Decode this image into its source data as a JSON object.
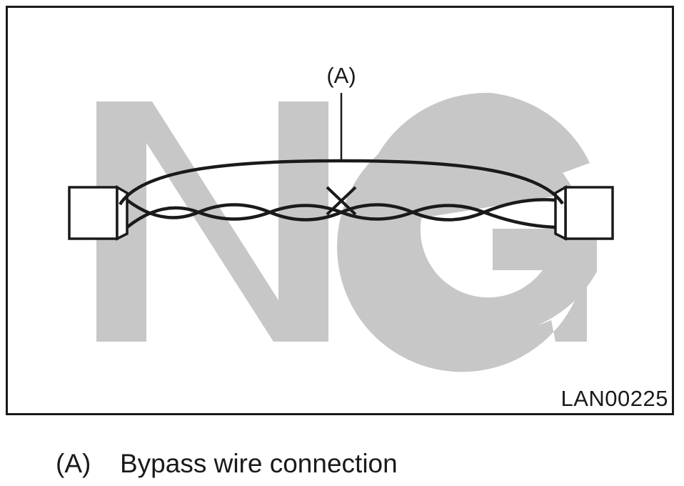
{
  "diagram": {
    "watermark_text": "NG",
    "callout_label": "(A)",
    "figure_code": "LAN00225",
    "colors": {
      "watermark": "#c7c7c7",
      "ink": "#1a1a1a",
      "background": "#ffffff"
    }
  },
  "legend": {
    "items": [
      {
        "key": "(A)",
        "description": "Bypass wire connection"
      }
    ]
  }
}
